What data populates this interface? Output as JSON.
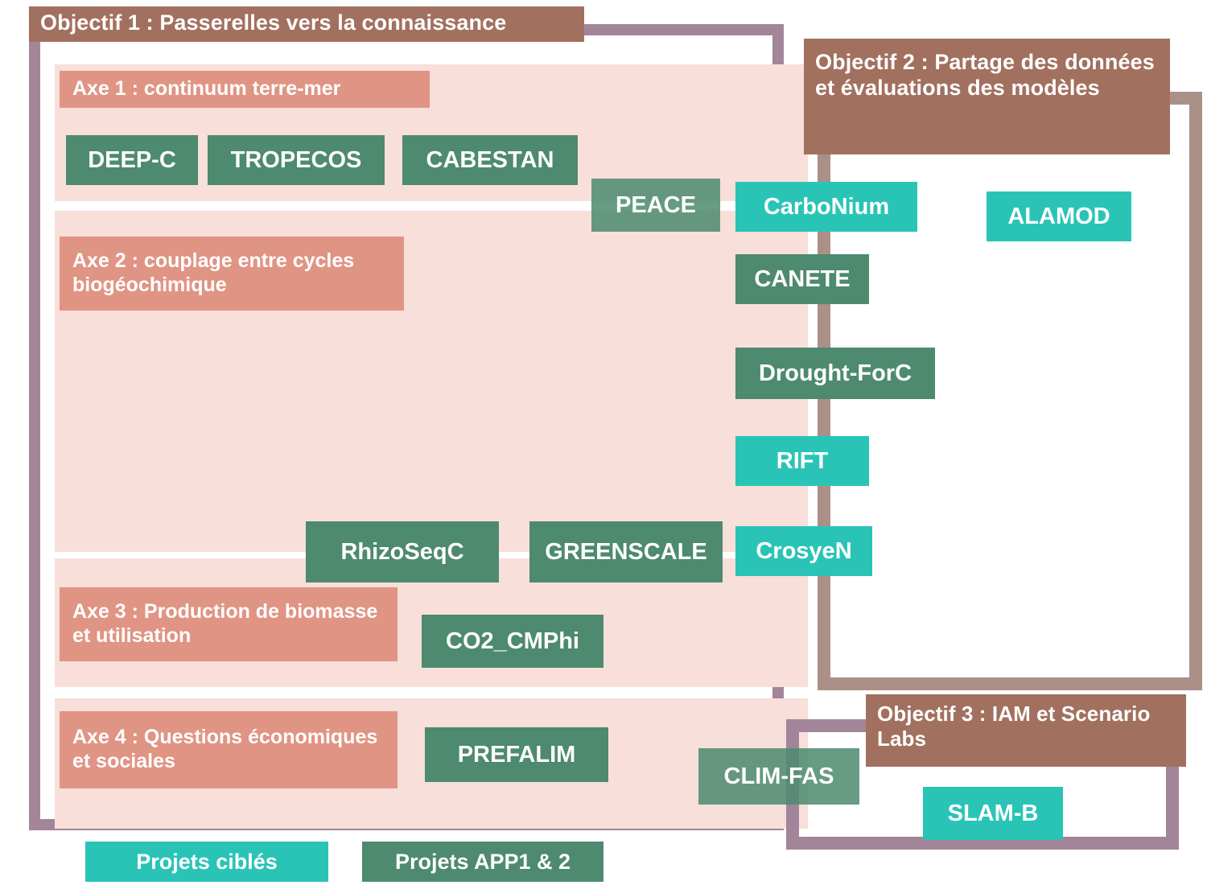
{
  "colors": {
    "objective_header": "#a2705f",
    "frame_obj1": "#a3859a",
    "frame_obj2": "#ab9088",
    "frame_obj3": "#a3859a",
    "axis_panel_bg": "#f8dfd9",
    "axis_label_bg": "#e09484",
    "project_green": "#4d8a70",
    "project_teal": "#2ac4b7",
    "text_on_color": "#ffffff",
    "page_bg": "#ffffff"
  },
  "objectives": [
    {
      "id": "objectif-1",
      "title": "Objectif 1 : Passerelles vers la connaissance"
    },
    {
      "id": "objectif-2",
      "title": "Objectif 2 : Partage des données et évaluations des modèles"
    },
    {
      "id": "objectif-3",
      "title": "Objectif 3 : IAM et Scenario Labs"
    }
  ],
  "axes": [
    {
      "id": "axe-1",
      "label": "Axe 1 : continuum terre-mer"
    },
    {
      "id": "axe-2",
      "label": "Axe 2 : couplage entre cycles biogéochimique"
    },
    {
      "id": "axe-3",
      "label": "Axe 3 : Production de biomasse et utilisation"
    },
    {
      "id": "axe-4",
      "label": "Axe 4 : Questions économiques et sociales"
    }
  ],
  "projects": [
    {
      "id": "deep-c",
      "name": "DEEP-C",
      "type": "app"
    },
    {
      "id": "tropecos",
      "name": "TROPECOS",
      "type": "app"
    },
    {
      "id": "cabestan",
      "name": "CABESTAN",
      "type": "app"
    },
    {
      "id": "peace",
      "name": "PEACE",
      "type": "app"
    },
    {
      "id": "carbonium",
      "name": "CarboNium",
      "type": "cible"
    },
    {
      "id": "alamod",
      "name": "ALAMOD",
      "type": "cible"
    },
    {
      "id": "canete",
      "name": "CANETE",
      "type": "app"
    },
    {
      "id": "drought-forc",
      "name": "Drought-ForC",
      "type": "app"
    },
    {
      "id": "rift",
      "name": "RIFT",
      "type": "cible"
    },
    {
      "id": "rhizoseqc",
      "name": "RhizoSeqC",
      "type": "app"
    },
    {
      "id": "greenscale",
      "name": "GREENSCALE",
      "type": "app"
    },
    {
      "id": "crosyen",
      "name": "CrosyeN",
      "type": "cible"
    },
    {
      "id": "co2-cmphi",
      "name": "CO2_CMPhi",
      "type": "app"
    },
    {
      "id": "prefalim",
      "name": "PREFALIM",
      "type": "app"
    },
    {
      "id": "clim-fas",
      "name": "CLIM-FAS",
      "type": "app"
    },
    {
      "id": "slam-b",
      "name": "SLAM-B",
      "type": "cible"
    }
  ],
  "legend": [
    {
      "id": "legend-cibles",
      "label": "Projets ciblés",
      "type": "cible"
    },
    {
      "id": "legend-app",
      "label": "Projets APP1 & 2",
      "type": "app"
    }
  ]
}
